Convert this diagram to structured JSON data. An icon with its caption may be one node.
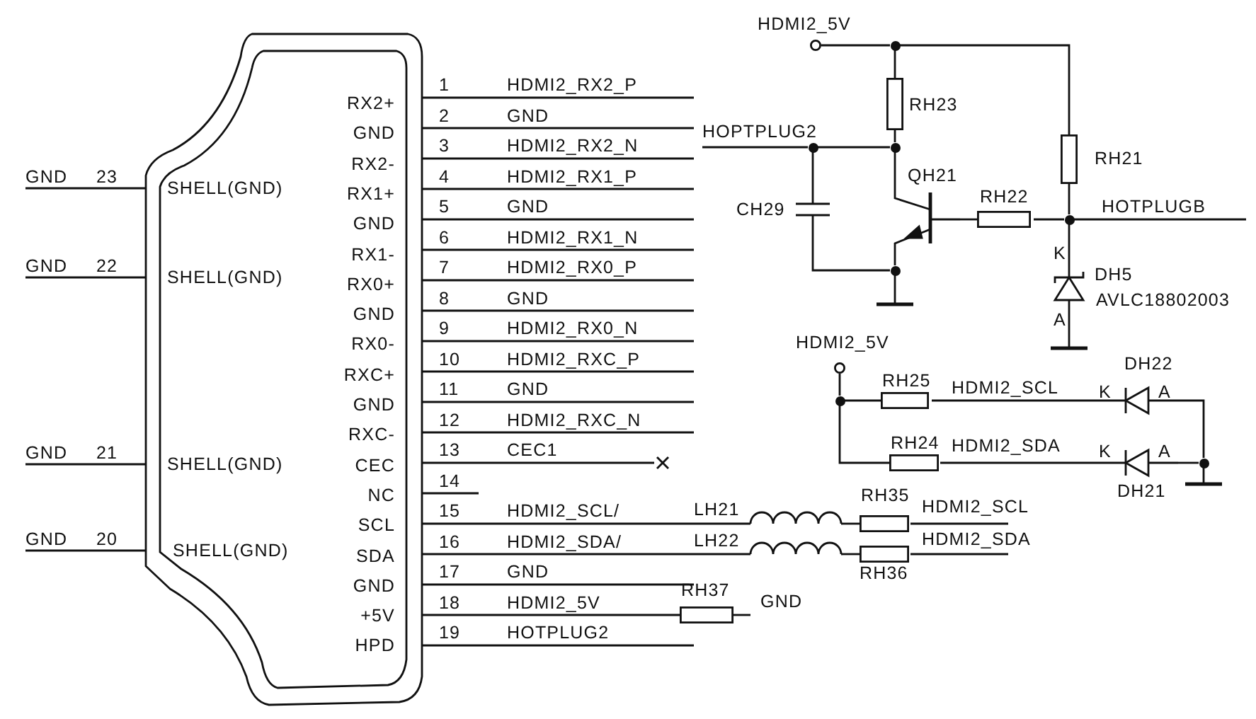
{
  "diagram": {
    "nodes": [
      {
        "text": [],
        "shape": "circle"
      },
      {
        "text": [],
        "shape": "dot"
      },
      {
        "text": [
          "RH23"
        ]
      },
      {
        "text": [
          "RH21"
        ]
      },
      {
        "text": [],
        "shape": "dot"
      },
      {
        "text": [],
        "shape": "dot"
      },
      {
        "text": [
          "CH29"
        ]
      },
      {
        "text": [
          "QH21"
        ]
      },
      {
        "text": [],
        "shape": "dot"
      },
      {
        "text": [],
        "shape": "ground"
      },
      {
        "text": [
          "RH22"
        ]
      },
      {
        "text": [],
        "shape": "dot"
      },
      {
        "text": [
          "K",
          "DH5",
          "AVLC18802003",
          "A"
        ]
      },
      {
        "text": [],
        "shape": "ground"
      },
      {
        "text": [],
        "shape": "circle"
      },
      {
        "text": [],
        "shape": "dot"
      },
      {
        "text": [
          "RH25"
        ]
      },
      {
        "text": [
          "DH22",
          "K",
          "A"
        ]
      },
      {
        "text": [
          "RH24"
        ]
      },
      {
        "text": [
          "DH21",
          "K",
          "A"
        ]
      },
      {
        "text": [],
        "shape": "dot"
      },
      {
        "text": [],
        "shape": "ground"
      },
      {
        "text": [
          "LH21"
        ]
      },
      {
        "text": [
          "RH35"
        ]
      },
      {
        "text": [
          "LH22"
        ]
      },
      {
        "text": [
          "RH36"
        ]
      },
      {
        "text": [
          "RH37"
        ]
      },
      {
        "text": [
          "HOPTPLUG2"
        ]
      },
      {
        "text": [
          "HOTPLUGB"
        ]
      },
      {
        "text": [
          "HDMI2_SCL"
        ]
      },
      {
        "text": [
          "HDMI2_SDA"
        ]
      },
      {
        "text": [
          "GND"
        ]
      }
    ],
    "edges": [
      {
        "from": 0,
        "to": 1,
        "arrow": "none"
      },
      {
        "from": 1,
        "to": 2,
        "arrow": "none"
      },
      {
        "from": 1,
        "to": 3,
        "arrow": "none"
      },
      {
        "from": 2,
        "to": 4,
        "arrow": "none"
      },
      {
        "from": 5,
        "to": 4,
        "arrow": "none"
      },
      {
        "from": 5,
        "to": 6,
        "arrow": "none"
      },
      {
        "from": 4,
        "to": 7,
        "arrow": "none"
      },
      {
        "from": 6,
        "to": 8,
        "arrow": "none"
      },
      {
        "from": 7,
        "to": 8,
        "arrow": "none"
      },
      {
        "from": 8,
        "to": 9,
        "arrow": "none"
      },
      {
        "from": 7,
        "to": 10,
        "arrow": "none"
      },
      {
        "from": 10,
        "to": 11,
        "arrow": "none"
      },
      {
        "from": 3,
        "to": 11,
        "arrow": "none"
      },
      {
        "from": 11,
        "to": 12,
        "arrow": "none"
      },
      {
        "from": 12,
        "to": 13,
        "arrow": "none"
      },
      {
        "from": 14,
        "to": 15,
        "arrow": "none"
      },
      {
        "from": 15,
        "to": 16,
        "arrow": "none"
      },
      {
        "from": 16,
        "to": 17,
        "arrow": "none"
      },
      {
        "from": 15,
        "to": 18,
        "arrow": "none"
      },
      {
        "from": 18,
        "to": 19,
        "arrow": "none"
      },
      {
        "from": 17,
        "to": 20,
        "arrow": "none"
      },
      {
        "from": 19,
        "to": 20,
        "arrow": "none"
      },
      {
        "from": 20,
        "to": 21,
        "arrow": "none"
      },
      {
        "from": 22,
        "to": 23,
        "arrow": "none"
      },
      {
        "from": 24,
        "to": 25,
        "arrow": "none"
      },
      {
        "from": 27,
        "to": 5,
        "arrow": "none"
      },
      {
        "from": 11,
        "to": 28,
        "arrow": "none"
      },
      {
        "from": null,
        "to": 22,
        "arrow": "none"
      },
      {
        "from": null,
        "to": 24,
        "arrow": "none"
      },
      {
        "from": 23,
        "to": 29,
        "arrow": "none"
      },
      {
        "from": 25,
        "to": 30,
        "arrow": "none"
      },
      {
        "from": null,
        "to": 26,
        "arrow": "none"
      },
      {
        "from": 26,
        "to": 31,
        "arrow": "none"
      }
    ],
    "labels": [
      "GND",
      "23",
      "SHELL(GND)",
      "GND",
      "22",
      "SHELL(GND)",
      "GND",
      "21",
      "SHELL(GND)",
      "GND",
      "20",
      "SHELL(GND)",
      "RX2+",
      "GND",
      "RX2-",
      "RX1+",
      "GND",
      "RX1-",
      "RX0+",
      "GND",
      "RX0-",
      "RXC+",
      "GND",
      "RXC-",
      "CEC",
      "NC",
      "SCL",
      "SDA",
      "GND",
      "+5V",
      "HPD",
      "1",
      "HDMI2_RX2_P",
      "2",
      "GND",
      "3",
      "HDMI2_RX2_N",
      "4",
      "HDMI2_RX1_P",
      "5",
      "GND",
      "6",
      "HDMI2_RX1_N",
      "7",
      "HDMI2_RX0_P",
      "8",
      "GND",
      "9",
      "HDMI2_RX0_N",
      "10",
      "HDMI2_RXC_P",
      "11",
      "GND",
      "12",
      "HDMI2_RXC_N",
      "13",
      "CEC1",
      "14",
      "15",
      "HDMI2_SCL/",
      "16",
      "HDMI2_SDA/",
      "17",
      "GND",
      "18",
      "HDMI2_5V",
      "19",
      "HOTPLUG2",
      "HDMI2_5V",
      "HDMI2_5V",
      "HDMI2_SCL",
      "HDMI2_SDA"
    ]
  }
}
